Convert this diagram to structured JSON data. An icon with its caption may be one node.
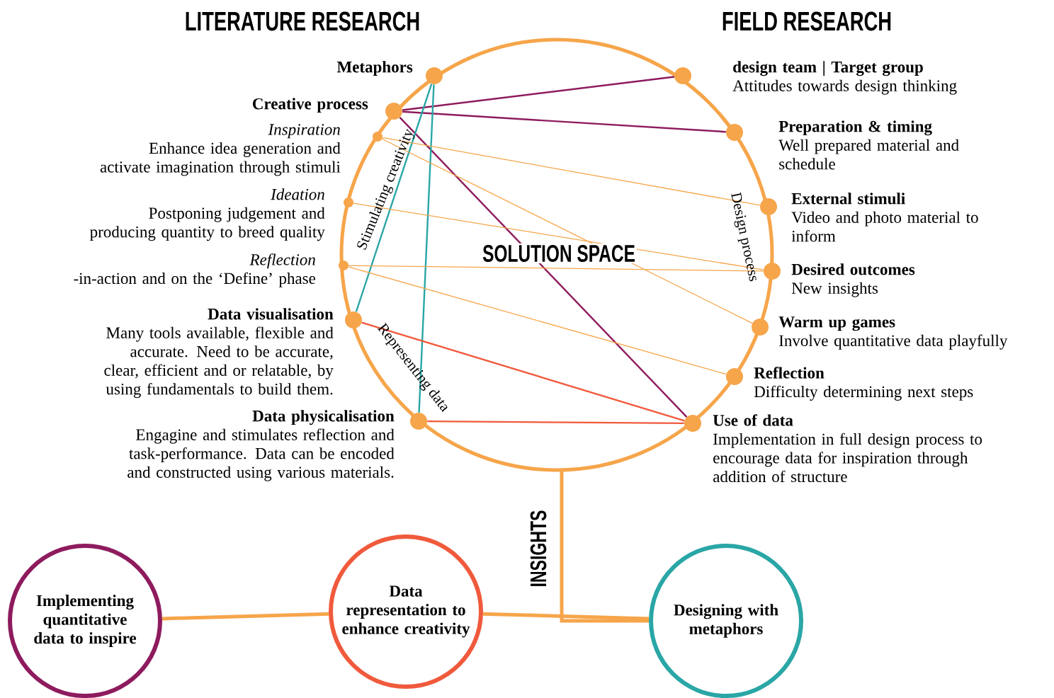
{
  "diagram": {
    "nodes": [
      {
        "text": [
          "Metaphors"
        ]
      },
      {
        "text": [
          "Creative process"
        ]
      },
      {
        "text": [
          "Inspiration",
          "Enhance idea generation and activate imagination through stimuli"
        ]
      },
      {
        "text": [
          "Ideation",
          "Postponing judgement and producing quantity to breed quality"
        ]
      },
      {
        "text": [
          "Reflection",
          "-in-action and on the ‘Define’ phase"
        ]
      },
      {
        "text": [
          "Data visualisation",
          "Many tools available, flexible and accurate. Need to be accurate, clear, efficient and or relatable, by using fundamentals to build them."
        ]
      },
      {
        "text": [
          "Data physicalisation",
          "Engagine and stimulates reflection and task-performance. Data can be encoded and constructed using various materials."
        ]
      },
      {
        "text": [
          "design team | Target group",
          "Attitudes towards design thinking"
        ]
      },
      {
        "text": [
          "Preparation & timing",
          "Well prepared material and schedule"
        ]
      },
      {
        "text": [
          "External stimuli",
          "Video and photo material to inform"
        ]
      },
      {
        "text": [
          "Desired outcomes",
          "New insights"
        ]
      },
      {
        "text": [
          "Warm up games",
          "Involve quantitative data playfully"
        ]
      },
      {
        "text": [
          "Reflection",
          "Difficulty determining next steps"
        ]
      },
      {
        "text": [
          "Use of data",
          "Implementation in full design process to encourage data for inspiration through addition of structure"
        ]
      },
      {
        "text": [
          "Implementing quantitative data to inspire"
        ]
      },
      {
        "text": [
          "Data representation to enhance creativity"
        ]
      },
      {
        "text": [
          "Designing with metaphors"
        ]
      }
    ],
    "edges": [
      {
        "from": 1,
        "to": 7,
        "arrow": "none",
        "color": "#8e1b5e"
      },
      {
        "from": 1,
        "to": 8,
        "arrow": "none",
        "color": "#8e1b5e"
      },
      {
        "from": 1,
        "to": 13,
        "arrow": "none",
        "color": "#8e1b5e"
      },
      {
        "from": 0,
        "to": 5,
        "arrow": "none",
        "color": "#2aa6a6"
      },
      {
        "from": 0,
        "to": 6,
        "arrow": "none",
        "color": "#2aa6a6"
      },
      {
        "from": 2,
        "to": 9,
        "arrow": "none"
      },
      {
        "from": 2,
        "to": 11,
        "arrow": "none"
      },
      {
        "from": 3,
        "to": 10,
        "arrow": "none"
      },
      {
        "from": 4,
        "to": 10,
        "arrow": "none"
      },
      {
        "from": 4,
        "to": 12,
        "arrow": "none"
      },
      {
        "from": 5,
        "to": 13,
        "arrow": "none",
        "color": "#f05a3c"
      },
      {
        "from": 6,
        "to": 13,
        "arrow": "none",
        "color": "#f05a3c"
      },
      {
        "from": 14,
        "to": 15,
        "arrow": "none",
        "style": "thick"
      },
      {
        "from": 15,
        "to": 16,
        "arrow": "none",
        "style": "thick"
      },
      {
        "from": null,
        "to": 16,
        "arrow": "none",
        "style": "thick"
      }
    ],
    "labels": [
      "LITERATURE RESEARCH",
      "FIELD RESEARCH",
      "Stimulating creativity",
      "SOLUTION SPACE",
      "Design process",
      "Representing data",
      "INSIGHTS"
    ]
  }
}
